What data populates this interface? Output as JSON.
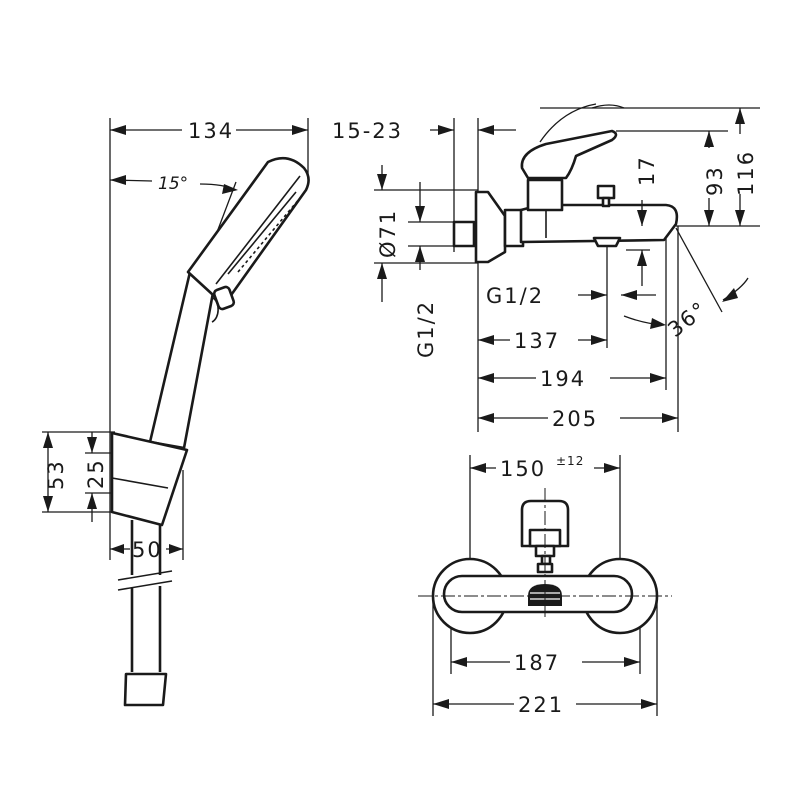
{
  "dimensions": {
    "shower_width": "134",
    "shower_angle": "15°",
    "holder_height": "53",
    "holder_inner": "25",
    "holder_depth": "50",
    "wall_offset": "15-23",
    "flange_dia": "Ø71",
    "inlet_thread": "G1/2",
    "spout_drop": "17",
    "lever_height": "93",
    "total_height": "116",
    "outlet_thread": "G1/2",
    "spout_angle": "36°",
    "outlet_reach": "137",
    "spout_reach": "194",
    "total_depth": "205",
    "center_distance": "150",
    "center_tolerance": "±12",
    "body_width": "187",
    "total_width": "221"
  }
}
